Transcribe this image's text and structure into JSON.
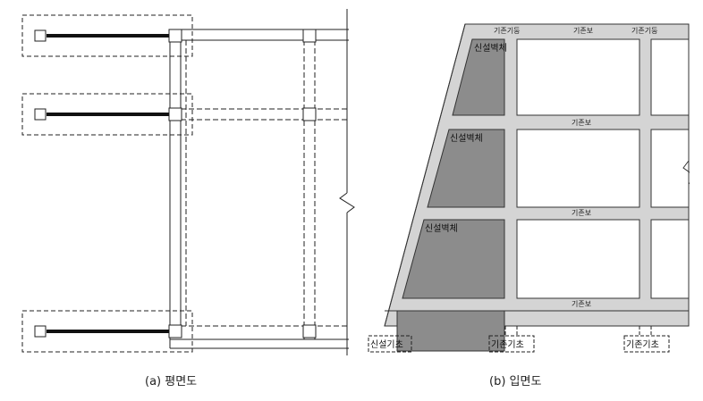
{
  "plan": {
    "caption": "(a) 평면도"
  },
  "elevation": {
    "caption": "(b) 입면도",
    "wall_label_1": "신설벽체",
    "wall_label_2": "신설벽체",
    "wall_label_3": "신설벽체",
    "top_col_1": "기존기둥",
    "top_beam": "기존보",
    "top_col_2": "기존기둥",
    "beam_1": "기존보",
    "beam_2": "기존보",
    "beam_3": "기존보",
    "new_foundation": "신설기초",
    "existing_foundation_1": "기존기초",
    "existing_foundation_2": "기존기초"
  }
}
